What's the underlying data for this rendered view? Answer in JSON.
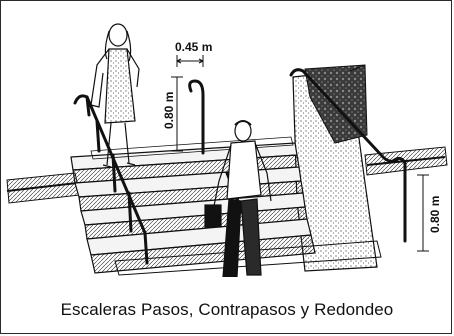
{
  "figure": {
    "caption": "Escaleras Pasos, Contrapasos y Redondeo",
    "dimensions": {
      "tread_width": "0.45 m",
      "rail_height_top": "0.80 m",
      "rail_height_side": "0.80 m"
    },
    "colors": {
      "ink": "#111111",
      "paper": "#ffffff"
    }
  }
}
